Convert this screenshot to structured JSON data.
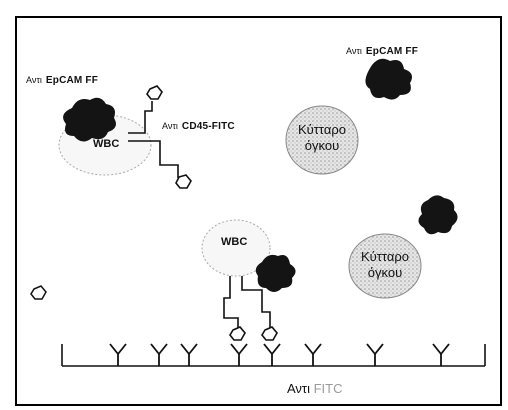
{
  "labels": {
    "anti_prefix": "Αντι",
    "epcam": "EpCAM FF",
    "cd45": "CD45-FITC",
    "wbc": "WBC",
    "tumor_cell_line1": "Κύτταρο",
    "tumor_cell_line2": "όγκου",
    "bottom_anti": "Αντι",
    "bottom_fitc": "FITC"
  },
  "colors": {
    "ink": "#111111",
    "blob": "#141414",
    "cell_fill": "#dcdcdc",
    "frame": "#000000"
  }
}
